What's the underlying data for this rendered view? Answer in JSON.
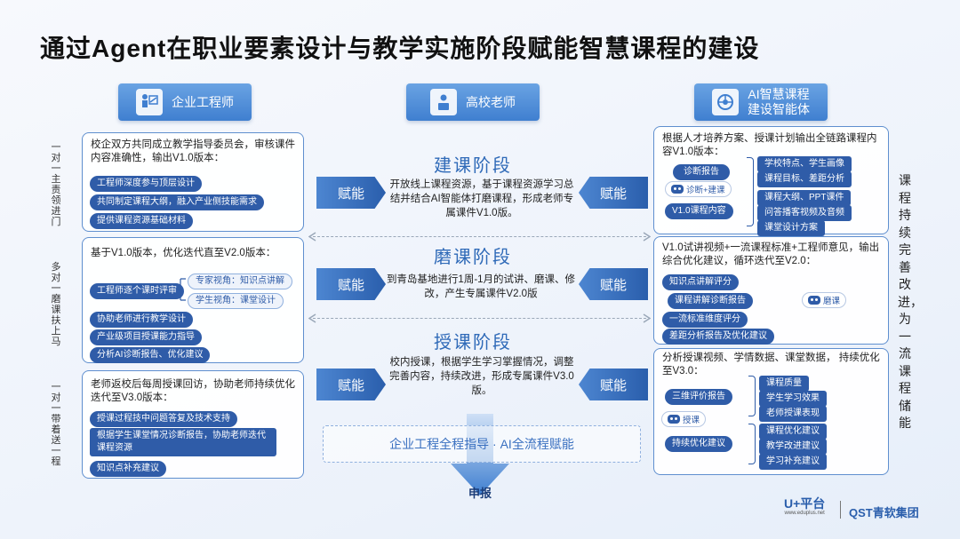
{
  "title": "通过Agent在职业要素设计与教学实施阶段赋能智慧课程的建设",
  "roles": {
    "enterprise": "企业工程师",
    "teacher": "高校老师",
    "ai_line1": "AI智慧课程",
    "ai_line2": "建设智能体"
  },
  "left": {
    "side_labels": [
      "一对一主责领进门",
      "多对一磨课扶上马",
      "一对一带着送一程"
    ],
    "p1": {
      "text": "校企双方共同成立教学指导委员会，审核课件内容准确性，输出V1.0版本：",
      "items": [
        "工程师深度参与顶层设计",
        "共同制定课程大纲，融入产业侧技能需求",
        "提供课程资源基础材料"
      ]
    },
    "p2": {
      "text": "基于V1.0版本，优化迭代直至V2.0版本：",
      "main": "工程师逐个课时评审",
      "sub": [
        "专家视角：知识点讲解",
        "学生视角：课堂设计"
      ],
      "items": [
        "协助老师进行教学设计",
        "产业级项目授课能力指导",
        "分析AI诊断报告、优化建议"
      ]
    },
    "p3": {
      "text": "老师返校后每周授课回访，协助老师持续优化迭代至V3.0版本：",
      "items": [
        "授课过程技中问题答复及技术支持",
        "根据学生课堂情况诊断报告，协助老师迭代课程资源",
        "知识点补充建议"
      ]
    }
  },
  "center": {
    "stages": [
      {
        "name": "建课阶段",
        "text": "开放线上课程资源，基于课程资源学习总结并结合AI智能体打磨课程，形成老师专属课件V1.0版。"
      },
      {
        "name": "磨课阶段",
        "text": "到青岛基地进行1周-1月的试讲、磨课、修改，产生专属课件V2.0版"
      },
      {
        "name": "授课阶段",
        "text": "校内授课，根据学生学习掌握情况，调整完善内容，持续改进，形成专属课件V3.0版。"
      }
    ],
    "fuel_label": "赋能",
    "bottom_box": "企业工程全程指导 · AI全流程赋能",
    "submit": "申报"
  },
  "right": {
    "p1": {
      "text": "根据人才培养方案、授课计划输出全链路课程内容V1.0版本：",
      "left_items": [
        "诊断报告",
        "诊断+建课",
        "V1.0课程内容"
      ],
      "right_items": [
        "学校特点、学生画像",
        "课程目标、差距分析",
        "课程大纲、PPT课件",
        "问答播客视频及音频",
        "课堂设计方案"
      ]
    },
    "p2": {
      "text": "V1.0试讲视频+一流课程标准+工程师意见，输出综合优化建议，循环迭代至V2.0：",
      "items": [
        "知识点讲解评分",
        "课程讲解诊断报告",
        "一流标准维度评分",
        "差距分析报告及优化建议"
      ],
      "tag": "磨课"
    },
    "p3": {
      "text": "分析授课视频、学情数据、课堂数据， 持续优化至V3.0：",
      "left_items": [
        "三维评价报告",
        "授课",
        "持续优化建议"
      ],
      "right_items": [
        "课程质量",
        "学生学习效果",
        "老师授课表现",
        "课程优化建议",
        "教学改进建议",
        "学习补充建议"
      ]
    },
    "side_text": "课程持续完善改进，为一流课程储能"
  },
  "footer": {
    "brand1": "U+平台",
    "brand1_url": "www.eduplus.net",
    "brand2": "QST青软集团"
  }
}
